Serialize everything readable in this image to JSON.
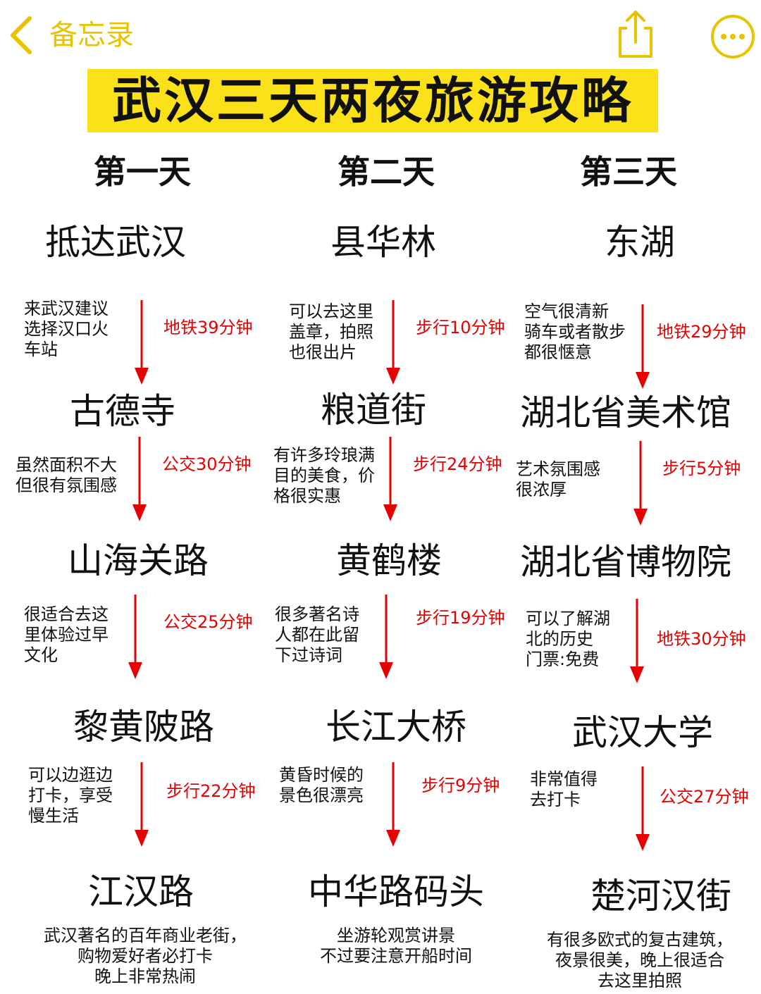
{
  "nav": {
    "back_label": "备忘录",
    "accent_color": "#e8c300",
    "icons": [
      "back-chevron-icon",
      "share-icon",
      "more-icon"
    ]
  },
  "title": {
    "text": "武汉三天两夜旅游攻略",
    "highlight_color": "#fbe119"
  },
  "transit_color": "#e60000",
  "days": [
    {
      "label": "第一天",
      "stops": [
        {
          "place": "抵达武汉",
          "note": "来武汉建议\n选择汉口火\n车站",
          "transit": "地铁39分钟"
        },
        {
          "place": "古德寺",
          "note": "虽然面积不大\n但很有氛围感",
          "transit": "公交30分钟"
        },
        {
          "place": "山海关路",
          "note": "很适合去这\n里体验过早\n文化",
          "transit": "公交25分钟"
        },
        {
          "place": "黎黄陂路",
          "note": "可以边逛边\n打卡，享受\n慢生活",
          "transit": "步行22分钟"
        },
        {
          "place": "江汉路",
          "note": "武汉著名的百年商业老街，\n购物爱好者必打卡\n晚上非常热闹"
        }
      ]
    },
    {
      "label": "第二天",
      "stops": [
        {
          "place": "县华林",
          "note": "可以去这里\n盖章，拍照\n也很出片",
          "transit": "步行10分钟"
        },
        {
          "place": "粮道街",
          "note": "有许多玲琅满\n目的美食，价\n格很实惠",
          "transit": "步行24分钟"
        },
        {
          "place": "黄鹤楼",
          "note": "很多著名诗\n人都在此留\n下过诗词",
          "transit": "步行19分钟"
        },
        {
          "place": "长江大桥",
          "note": "黄昏时候的\n景色很漂亮",
          "transit": "步行9分钟"
        },
        {
          "place": "中华路码头",
          "note": "坐游轮观赏讲景\n不过要注意开船时间"
        }
      ]
    },
    {
      "label": "第三天",
      "stops": [
        {
          "place": "东湖",
          "note": "空气很清新\n骑车或者散步\n都很惬意",
          "transit": "地铁29分钟"
        },
        {
          "place": "湖北省美术馆",
          "note": "艺术氛围感\n很浓厚",
          "transit": "步行5分钟"
        },
        {
          "place": "湖北省博物院",
          "note": "可以了解湖\n北的历史\n门票:免费",
          "transit": "地铁30分钟"
        },
        {
          "place": "武汉大学",
          "note": "非常值得\n去打卡",
          "transit": "公交27分钟"
        },
        {
          "place": "楚河汉街",
          "note": "有很多欧式的复古建筑，\n夜景很美，晚上很适合\n去这里拍照"
        }
      ]
    }
  ]
}
